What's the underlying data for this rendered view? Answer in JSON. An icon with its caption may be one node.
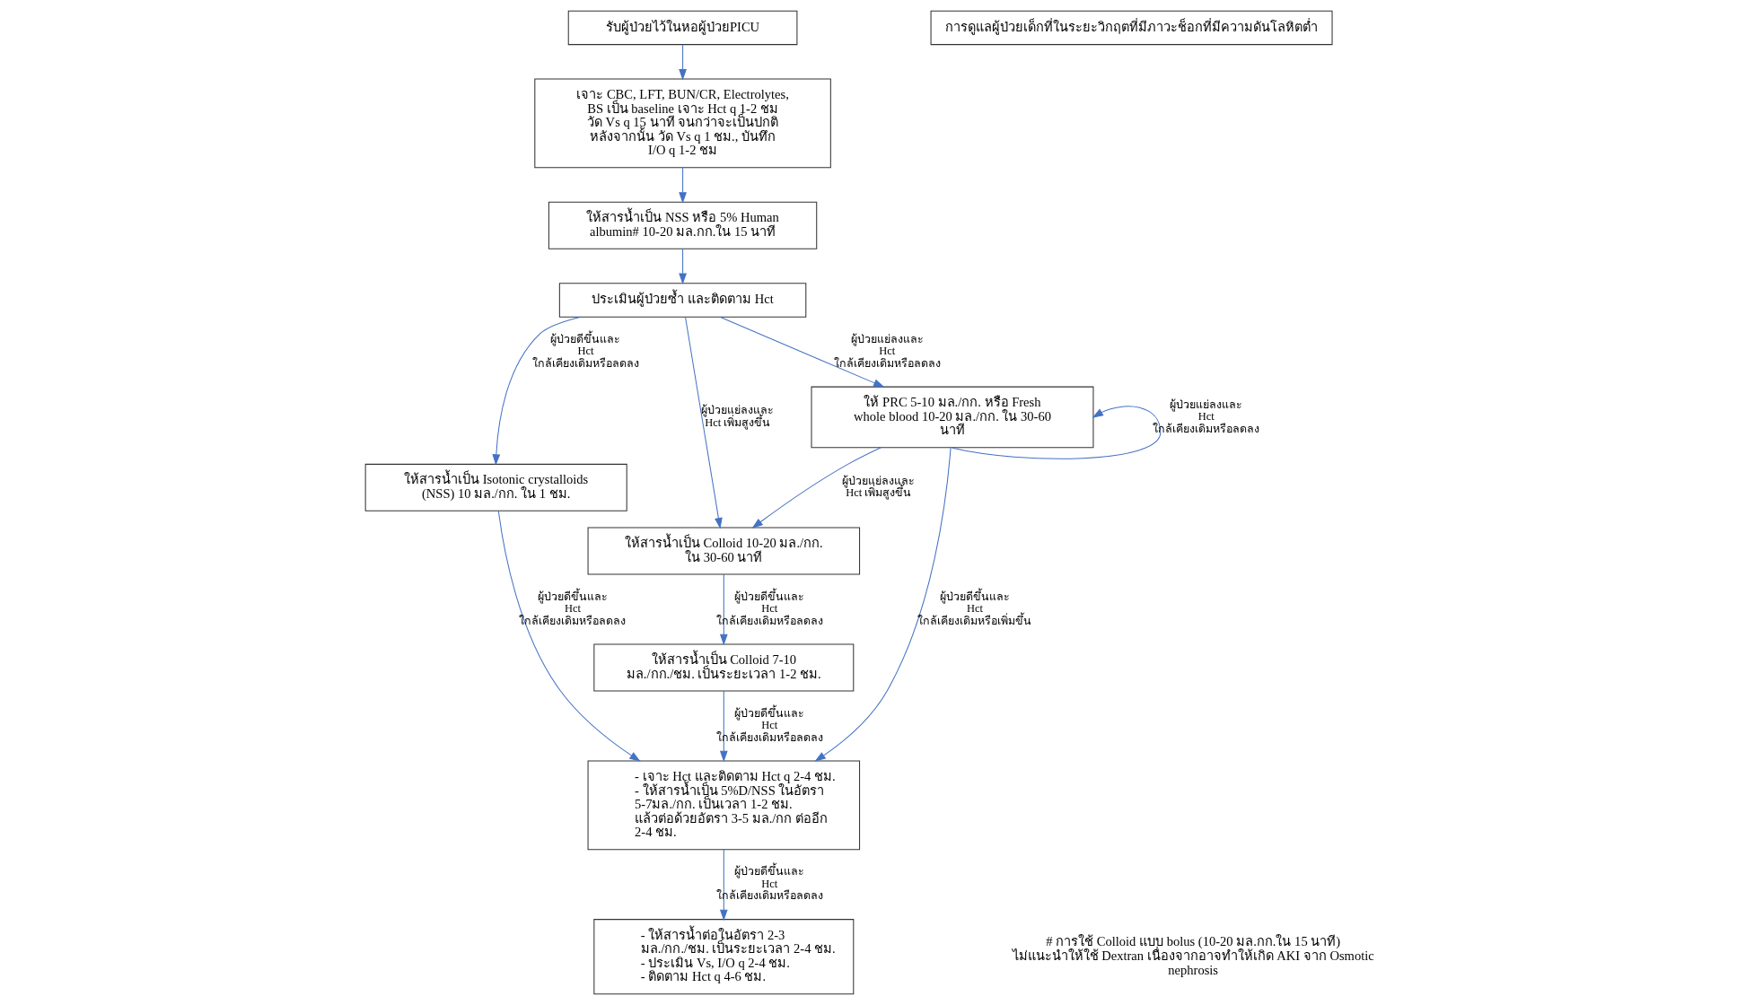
{
  "diagram": {
    "nodes": [
      {
        "text": [
          "การดูแลผู้ป่วยเด็กที่ในระยะวิกฤตที่มีภาวะช็อกที่มีความดันโลหิตต่ำ"
        ]
      },
      {
        "text": [
          "รับผู้ป่วยไว้ในหอผู้ป่วยPICU"
        ]
      },
      {
        "text": [
          "เจาะ CBC, LFT, BUN/CR, Electrolytes, BS เป็น baseline เจาะ Hct q 1-2 ชม วัด Vs q 15 นาที จนกว่าจะเป็นปกติ หลังจากนั้น วัด Vs q 1 ชม., บันทึก I/O q 1-2 ชม"
        ]
      },
      {
        "text": [
          "ให้สารน้ำเป็น NSS หรือ 5% Human albumin# 10-20 มล.กก.ใน 15 นาที"
        ]
      },
      {
        "text": [
          "ประเมินผู้ป่วยซ้ำ และติดตาม Hct"
        ]
      },
      {
        "text": [
          "ให้สารน้ำเป็น Isotonic crystalloids (NSS) 10 มล./กก. ใน 1 ชม."
        ]
      },
      {
        "text": [
          "ให้สารน้ำเป็น Colloid 10-20 มล./กก. ใน 30-60 นาที"
        ]
      },
      {
        "text": [
          "ให้ PRC 5-10 มล./กก. หรือ Fresh whole blood 10-20 มล./กก. ใน 30-60 นาที"
        ]
      },
      {
        "text": [
          "ให้สารน้ำเป็น Colloid 7-10 มล./กก./ชม. เป็นระยะเวลา 1-2 ชม."
        ]
      },
      {
        "text": [
          "- เจาะ Hct และติดตาม Hct q 2-4 ชม.",
          "- ให้สารน้ำเป็น 5%D/NSS ในอัตรา 5-7มล./กก. เป็นเวลา 1-2 ชม. แล้วต่อด้วยอัตรา 3-5 มล./กก ต่ออีก 2-4 ชม."
        ]
      },
      {
        "text": [
          "- ให้สารน้ำต่อในอัตรา 2-3 มล./กก./ชม. เป็นระยะเวลา 2-4 ชม.",
          "- ประเมิน Vs, I/O q 2-4 ชม.",
          "- ติดตาม Hct q 4-6 ชม."
        ]
      }
    ],
    "edges": [
      {
        "from": 1,
        "to": 2,
        "arrow": "to"
      },
      {
        "from": 2,
        "to": 3,
        "arrow": "to"
      },
      {
        "from": 3,
        "to": 4,
        "arrow": "to"
      },
      {
        "from": 4,
        "to": 5,
        "arrow": "to",
        "label": "ผู้ป่วยดีขึ้นและ Hct ใกล้เคียงเดิมหรือลดลง"
      },
      {
        "from": 4,
        "to": 6,
        "arrow": "to",
        "label": "ผู้ป่วยแย่ลงและ Hct เพิ่มสูงขึ้น"
      },
      {
        "from": 4,
        "to": 7,
        "arrow": "to",
        "label": "ผู้ป่วยแย่ลงและ Hct ใกล้เคียงเดิมหรือลดลง"
      },
      {
        "from": 5,
        "to": 9,
        "arrow": "to",
        "label": "ผู้ป่วยดีขึ้นและ Hct ใกล้เคียงเดิมหรือลดลง"
      },
      {
        "from": 6,
        "to": 8,
        "arrow": "to",
        "label": "ผู้ป่วยดีขึ้นและ Hct ใกล้เคียงเดิมหรือลดลง"
      },
      {
        "from": 8,
        "to": 9,
        "arrow": "to",
        "label": "ผู้ป่วยดีขึ้นและ Hct ใกล้เคียงเดิมหรือลดลง"
      },
      {
        "from": 7,
        "to": 6,
        "arrow": "to",
        "label": "ผู้ป่วยแย่ลงและ Hct เพิ่มสูงขึ้น"
      },
      {
        "from": 7,
        "to": 7,
        "arrow": "to",
        "label": "ผู้ป่วยแย่ลงและ Hct ใกล้เคียงเดิมหรือลดลง"
      },
      {
        "from": 7,
        "to": 9,
        "arrow": "to",
        "label": "ผู้ป่วยดีขึ้นและ Hct ใกล้เคียงเดิมหรือเพิ่มขึ้น"
      },
      {
        "from": 9,
        "to": 10,
        "arrow": "to",
        "label": "ผู้ป่วยดีขึ้นและ Hct ใกล้เคียงเดิมหรือลดลง"
      }
    ],
    "labels": [
      "# การใช้ Colloid แบบ bolus (10-20 มล.กก.ใน 15 นาที) ไม่แนะนำให้ใช้ Dextran เนื่องจากอาจทำให้เกิด AKI จาก Osmotic nephrosis"
    ]
  }
}
